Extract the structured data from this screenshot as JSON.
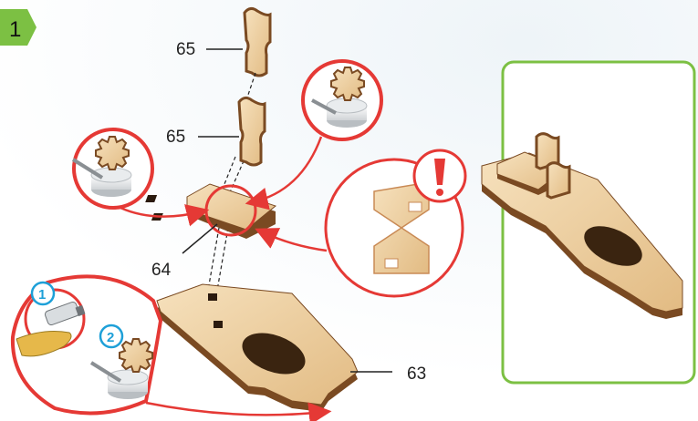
{
  "step": {
    "number": "1",
    "badge_color": "#7cc043"
  },
  "part_labels": {
    "p65_top": "65",
    "p65_mid": "65",
    "p64": "64",
    "p63": "63"
  },
  "substeps": {
    "first": "1",
    "second": "2"
  },
  "colors": {
    "wood_light": "#f1d7ae",
    "wood_mid": "#e2bb83",
    "wood_edge": "#7a4a22",
    "callout_red": "#e53935",
    "result_frame": "#7cc043",
    "sub_blue": "#1ea0d8"
  },
  "icons": [
    "glue-pot-icon",
    "glue-tube-icon",
    "warning-exclamation-icon"
  ]
}
